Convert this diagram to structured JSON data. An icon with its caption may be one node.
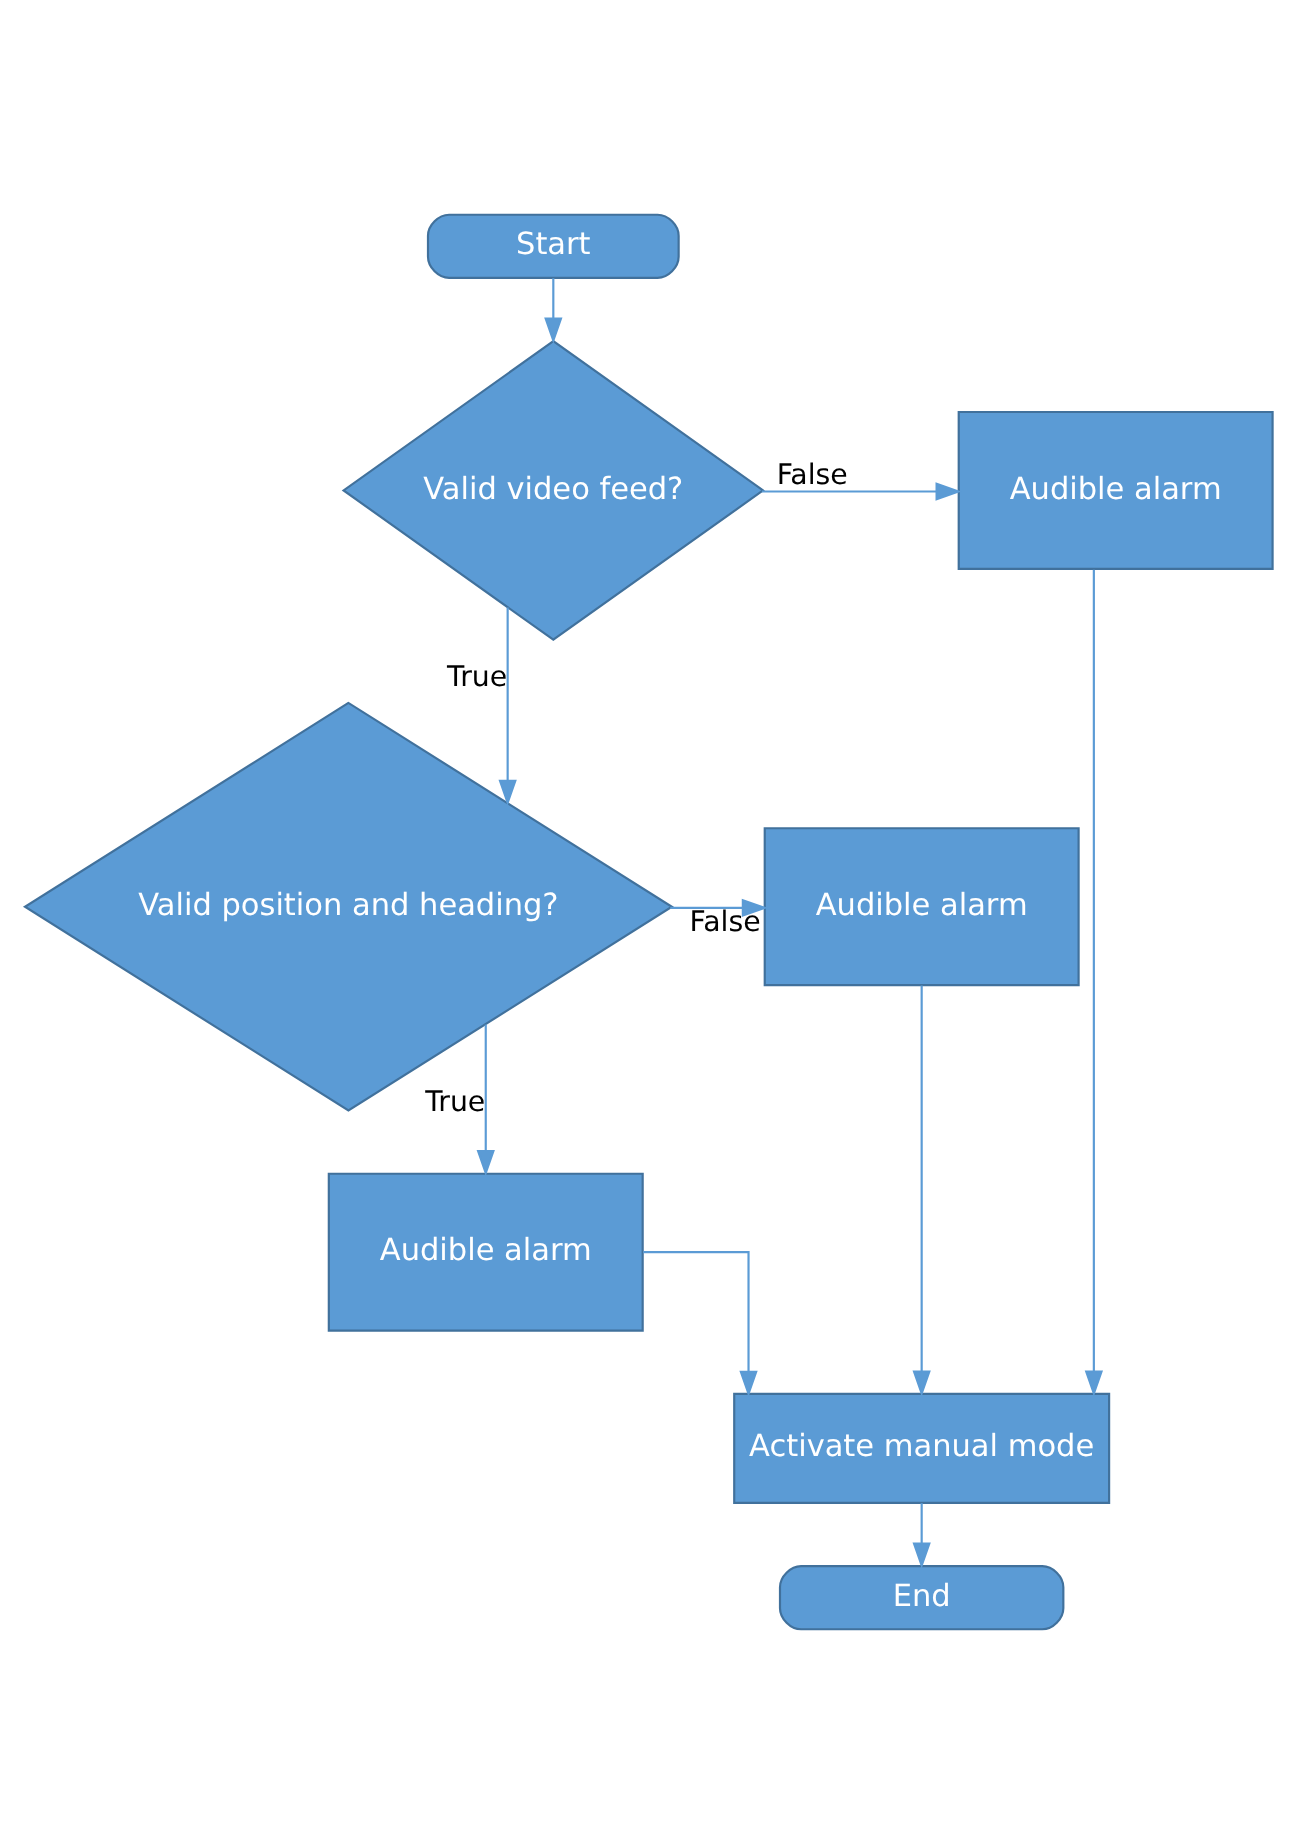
{
  "diagram": {
    "nodes": [
      {
        "text": [
          "Start"
        ]
      },
      {
        "text": [
          "Valid video feed?"
        ]
      },
      {
        "text": [
          "Audible alarm"
        ]
      },
      {
        "text": [
          "Valid position and heading?"
        ]
      },
      {
        "text": [
          "Audible alarm"
        ]
      },
      {
        "text": [
          "Audible alarm"
        ]
      },
      {
        "text": [
          "Activate manual mode"
        ]
      },
      {
        "text": [
          "End"
        ]
      }
    ],
    "edges": [
      {
        "from": 0,
        "to": 1,
        "arrow": "to"
      },
      {
        "from": 1,
        "to": 2,
        "arrow": "to",
        "label": "False"
      },
      {
        "from": 1,
        "to": 3,
        "arrow": "to",
        "label": "True"
      },
      {
        "from": 3,
        "to": 4,
        "arrow": "to",
        "label": "False"
      },
      {
        "from": 3,
        "to": 5,
        "arrow": "to",
        "label": "True"
      },
      {
        "from": 5,
        "to": 6,
        "arrow": "to"
      },
      {
        "from": 4,
        "to": 6,
        "arrow": "to"
      },
      {
        "from": 2,
        "to": 6,
        "arrow": "to"
      },
      {
        "from": 6,
        "to": 7,
        "arrow": "to"
      }
    ]
  }
}
